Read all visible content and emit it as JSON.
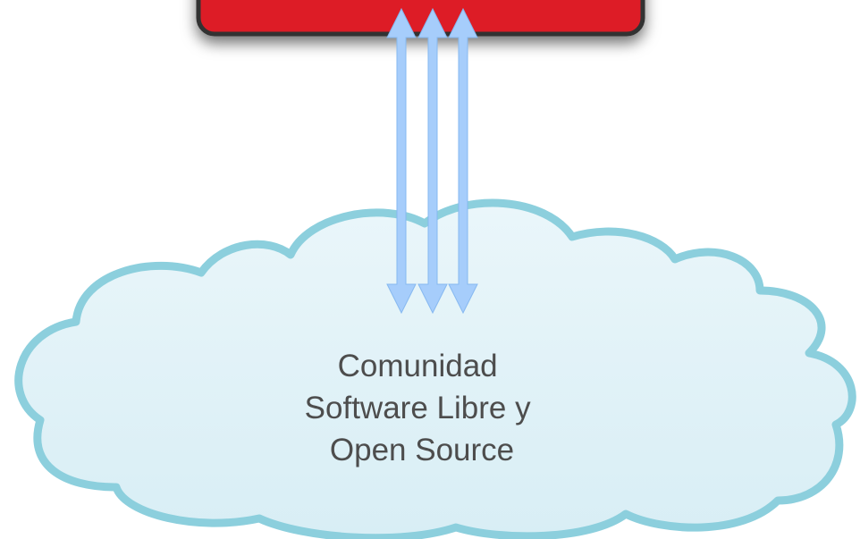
{
  "cloud": {
    "lines": [
      "Comunidad",
      "Software Libre y",
      "Open Source"
    ],
    "fill_color": "#e3f3f8",
    "border_color": "#8ccfdd"
  },
  "top_box": {
    "fill_color": "#dd1f26",
    "border_color": "#3a3a3a"
  },
  "arrows": {
    "count": 3,
    "type": "bidirectional",
    "color": "#a6cdfb"
  }
}
